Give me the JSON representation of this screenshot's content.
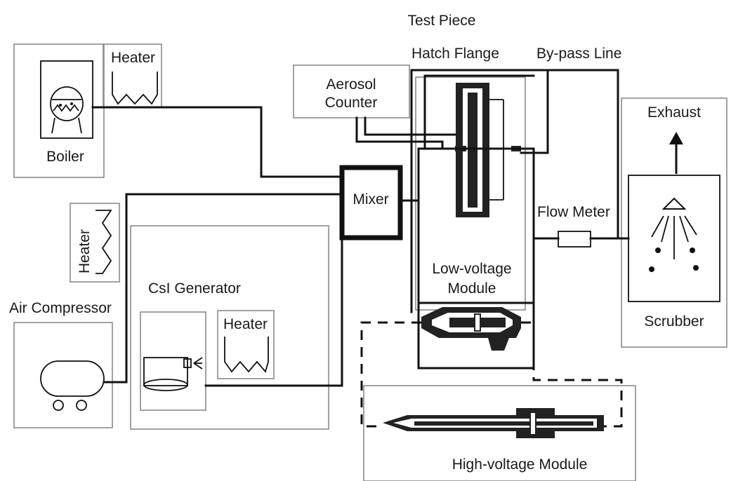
{
  "title": "Test Piece",
  "labels": {
    "hatch_flange": "Hatch Flange",
    "bypass_line": "By-pass Line",
    "aerosol_counter_1": "Aerosol",
    "aerosol_counter_2": "Counter",
    "heater_top": "Heater",
    "heater_left": "Heater",
    "heater_gen": "Heater",
    "boiler": "Boiler",
    "mixer": "Mixer",
    "flow_meter": "Flow Meter",
    "exhaust": "Exhaust",
    "scrubber": "Scrubber",
    "csi_generator": "CsI Generator",
    "air_compressor": "Air Compressor",
    "low_voltage_1": "Low-voltage",
    "low_voltage_2": "Module",
    "high_voltage": "High-voltage Module"
  },
  "colors": {
    "line": "#111111",
    "box": "#8a8a8a",
    "background": "#ffffff"
  }
}
